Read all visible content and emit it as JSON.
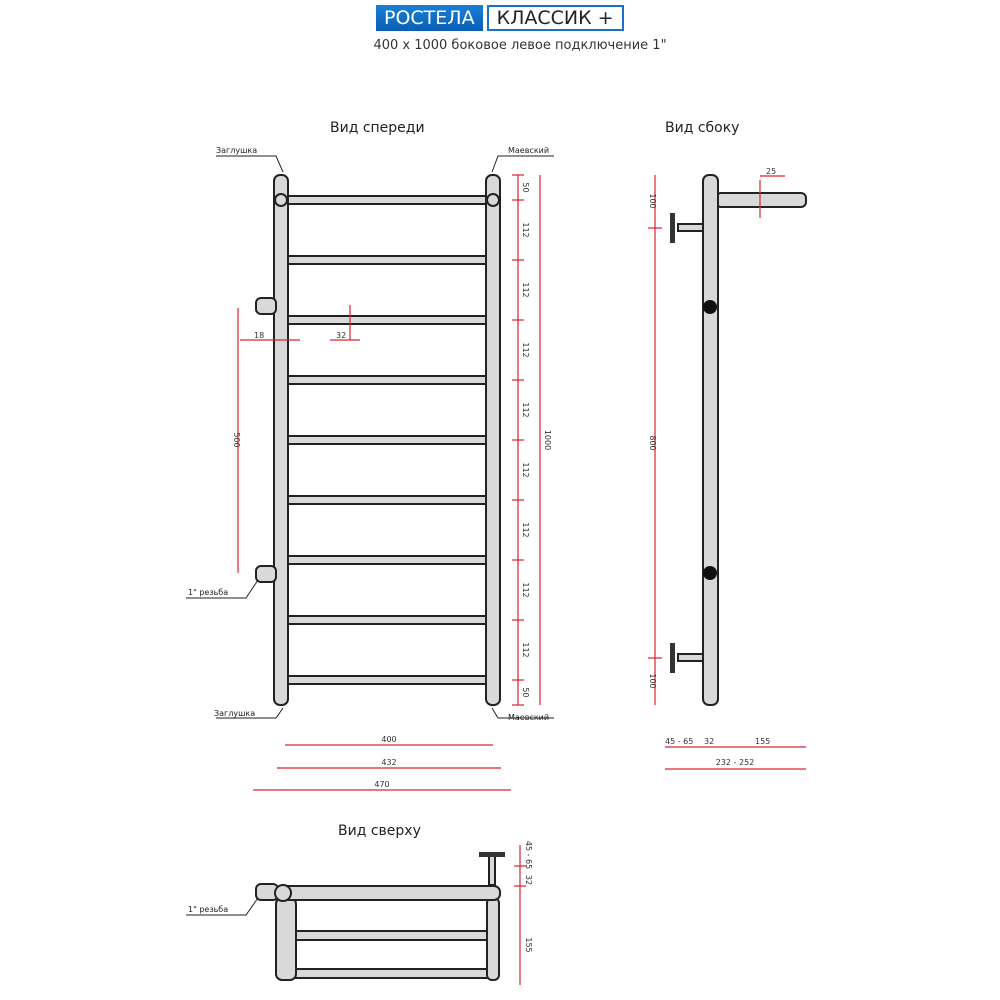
{
  "header": {
    "brand": "РОСТЕЛА",
    "model": "КЛАССИК +",
    "subtitle": "400 x 1000 боковое левое подключение 1\""
  },
  "views": {
    "front": "Вид спереди",
    "side": "Вид сбоку",
    "top": "Вид сверху"
  },
  "callouts": {
    "plug_top": "Заглушка",
    "plug_bottom": "Заглушка",
    "vent_top": "Маевский",
    "vent_bottom": "Маевский",
    "thread_front": "1\" резьба",
    "thread_top": "1\" резьба"
  },
  "front_dims": {
    "chain": [
      "50",
      "112",
      "112",
      "112",
      "112",
      "112",
      "112",
      "112",
      "112",
      "50"
    ],
    "total_height": "1000",
    "connection": "500",
    "stub": "18",
    "rung": "32",
    "w400": "400",
    "w432": "432",
    "w470": "470"
  },
  "side_dims": {
    "top": "100",
    "mid": "800",
    "bottom": "100",
    "rung": "25",
    "offset": "45 - 65",
    "pipe": "32",
    "depth": "155",
    "total": "232 - 252"
  },
  "top_dims": {
    "offset": "45 - 65",
    "pipe": "32",
    "depth": "155"
  },
  "colors": {
    "brand": "#1a6fc8",
    "dimension": "#d9252d"
  }
}
